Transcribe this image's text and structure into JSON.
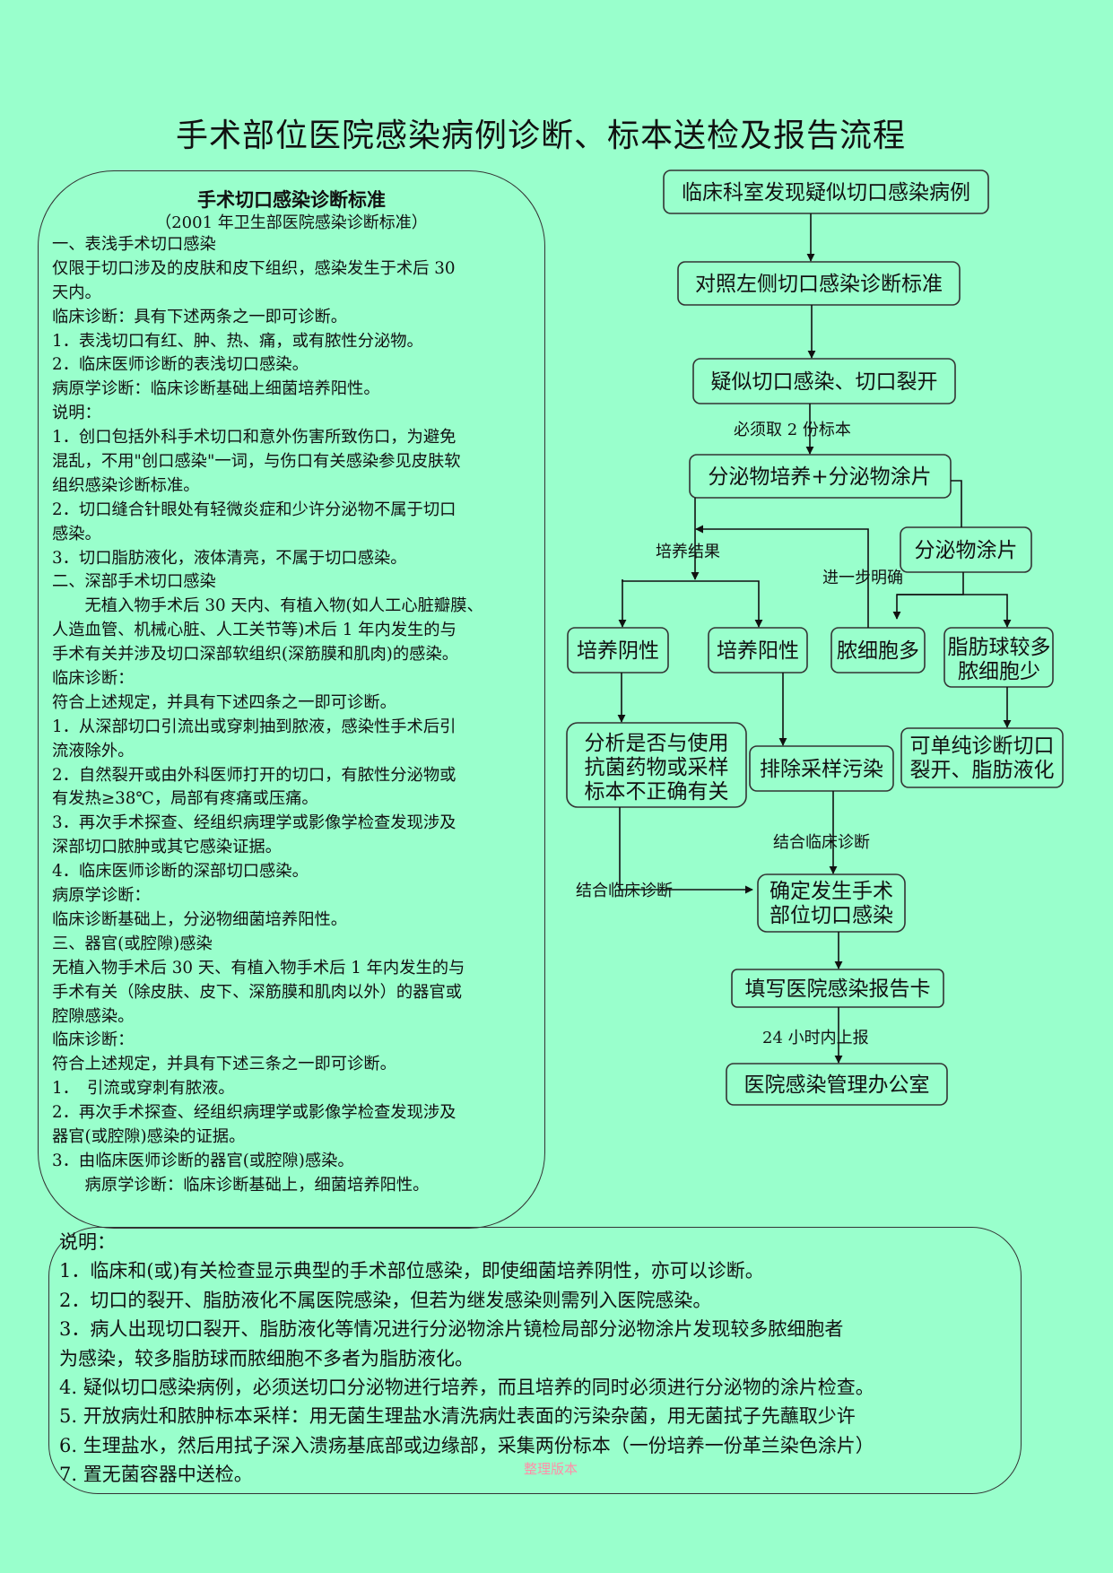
{
  "title": "手术部位医院感染病例诊断、标本送检及报告流程",
  "criteria": {
    "heading": "手术切口感染诊断标准",
    "subheading": "（2001 年卫生部医院感染诊断标准）",
    "lines": [
      "一、表浅手术切口感染",
      "仅限于切口涉及的皮肤和皮下组织，感染发生于术后 30",
      "天内。",
      "临床诊断：具有下述两条之一即可诊断。",
      "1．表浅切口有红、肿、热、痛，或有脓性分泌物。",
      "2．临床医师诊断的表浅切口感染。",
      "病原学诊断：临床诊断基础上细菌培养阳性。",
      "说明：",
      "1．创口包括外科手术切口和意外伤害所致伤口，为避免",
      "混乱，不用\"创口感染\"一词，与伤口有关感染参见皮肤软",
      "组织感染诊断标准。",
      "2．切口缝合针眼处有轻微炎症和少许分泌物不属于切口",
      "感染。",
      "3．切口脂肪液化，液体清亮，不属于切口感染。",
      "二、深部手术切口感染",
      "　　无植入物手术后 30 天内、有植入物(如人工心脏瓣膜、",
      "人造血管、机械心脏、人工关节等)术后 1 年内发生的与",
      "手术有关并涉及切口深部软组织(深筋膜和肌肉)的感染。",
      "临床诊断：",
      "符合上述规定，并具有下述四条之一即可诊断。",
      "1．从深部切口引流出或穿刺抽到脓液，感染性手术后引",
      "流液除外。",
      "2．自然裂开或由外科医师打开的切口，有脓性分泌物或",
      "有发热≥38℃，局部有疼痛或压痛。",
      "3．再次手术探查、经组织病理学或影像学检查发现涉及",
      "深部切口脓肿或其它感染证据。",
      "4．临床医师诊断的深部切口感染。",
      "病原学诊断：",
      "临床诊断基础上，分泌物细菌培养阳性。",
      "三、器官(或腔隙)感染",
      "无植入物手术后 30 天、有植入物手术后 1 年内发生的与",
      "手术有关（除皮肤、皮下、深筋膜和肌肉以外）的器官或",
      "腔隙感染。",
      "临床诊断：",
      "符合上述规定，并具有下述三条之一即可诊断。",
      "1．　引流或穿刺有脓液。",
      "2．再次手术探查、经组织病理学或影像学检查发现涉及",
      "器官(或腔隙)感染的证据。",
      "3．由临床医师诊断的器官(或腔隙)感染。",
      "　　病原学诊断：临床诊断基础上，细菌培养阳性。"
    ]
  },
  "flowchart": {
    "nodes": {
      "n1": [
        "临床科室发现疑似切口感染病例"
      ],
      "n2": [
        "对照左侧切口感染诊断标准"
      ],
      "n3": [
        "疑似切口感染、切口裂开"
      ],
      "n4": [
        "分泌物培养+分泌物涂片"
      ],
      "n5": [
        "分泌物涂片"
      ],
      "n6": [
        "培养阴性"
      ],
      "n7": [
        "培养阳性"
      ],
      "n8": [
        "脓细胞多"
      ],
      "n9": [
        "脂肪球较多",
        "脓细胞少"
      ],
      "n10": [
        "分析是否与使用",
        "抗菌药物或采样",
        "标本不正确有关"
      ],
      "n11": [
        "排除采样污染"
      ],
      "n12": [
        "可单纯诊断切口",
        "裂开、脂肪液化"
      ],
      "n13": [
        "确定发生手术",
        "部位切口感染"
      ],
      "n14": [
        "填写医院感染报告卡"
      ],
      "n15": [
        "医院感染管理办公室"
      ]
    },
    "edge_labels": {
      "take_samples": "必须取 2 份标本",
      "culture_result": "培养结果",
      "further_confirm": "进一步明确",
      "combine_clinical_right": "结合临床诊断",
      "combine_clinical_left": "结合临床诊断",
      "report_24h": "24 小时内上报"
    }
  },
  "notes": {
    "heading": "说明：",
    "lines": [
      "1．临床和(或)有关检查显示典型的手术部位感染，即使细菌培养阴性，亦可以诊断。",
      "2．切口的裂开、脂肪液化不属医院感染，但若为继发感染则需列入医院感染。",
      "3．病人出现切口裂开、脂肪液化等情况进行分泌物涂片镜检局部分泌物涂片发现较多脓细胞者",
      "为感染，较多脂肪球而脓细胞不多者为脂肪液化。",
      "4. 疑似切口感染病例，必须送切口分泌物进行培养，而且培养的同时必须进行分泌物的涂片检查。",
      "5. 开放病灶和脓肿标本采样：用无菌生理盐水清洗病灶表面的污染杂菌，用无菌拭子先蘸取少许",
      "6. 生理盐水，然后用拭子深入溃疡基底部或边缘部，采集两份标本（一份培养一份革兰染色涂片）",
      "7. 置无菌容器中送检。"
    ]
  },
  "watermark": "整理版本"
}
